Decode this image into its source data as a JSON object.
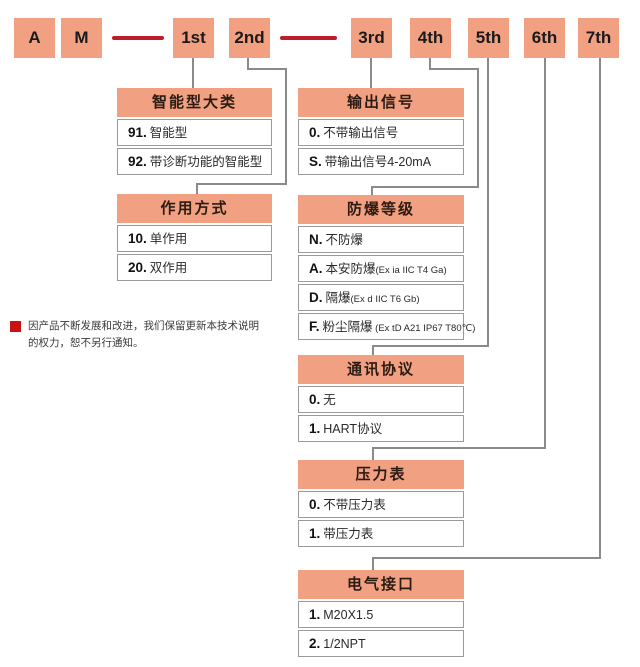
{
  "colors": {
    "box_fill": "#f1a182",
    "red_line": "#bb1e2a",
    "connector_gray": "#8a8a8a",
    "row_border": "#9a9a9a",
    "note_red": "#cc1111"
  },
  "code_boxes": [
    {
      "label": "A"
    },
    {
      "label": "M"
    },
    {
      "label": "1st"
    },
    {
      "label": "2nd"
    },
    {
      "label": "3rd"
    },
    {
      "label": "4th"
    },
    {
      "label": "5th"
    },
    {
      "label": "6th"
    },
    {
      "label": "7th"
    }
  ],
  "tables": [
    {
      "title": "智能型大类",
      "rows": [
        {
          "code": "91",
          "label": "智能型"
        },
        {
          "code": "92",
          "label": "带诊断功能的智能型"
        }
      ]
    },
    {
      "title": "作用方式",
      "rows": [
        {
          "code": "10",
          "label": "单作用"
        },
        {
          "code": "20",
          "label": "双作用"
        }
      ]
    },
    {
      "title": "输出信号",
      "rows": [
        {
          "code": "0",
          "label": "不带输出信号"
        },
        {
          "code": "S",
          "label": "带输出信号4-20mA"
        }
      ]
    },
    {
      "title": "防爆等级",
      "rows": [
        {
          "code": "N",
          "label": "不防爆"
        },
        {
          "code": "A",
          "label": "本安防爆",
          "detail": "(Ex ia IIC T4 Ga)"
        },
        {
          "code": "D",
          "label": "隔爆",
          "detail": "(Ex d IIC T6 Gb)"
        },
        {
          "code": "F",
          "label": "粉尘隔爆",
          "detail": " (Ex tD A21 IP67 T80℃)"
        }
      ]
    },
    {
      "title": "通讯协议",
      "rows": [
        {
          "code": "0",
          "label": "无"
        },
        {
          "code": "1",
          "label": "HART协议"
        }
      ]
    },
    {
      "title": "压力表",
      "rows": [
        {
          "code": "0",
          "label": "不带压力表"
        },
        {
          "code": "1",
          "label": "带压力表"
        }
      ]
    },
    {
      "title": "电气接口",
      "rows": [
        {
          "code": "1",
          "label": "M20X1.5"
        },
        {
          "code": "2",
          "label": "1/2NPT"
        }
      ]
    }
  ],
  "note": {
    "lines": [
      "因产品不断发展和改进，我们保留更新本技术说明",
      "的权力，恕不另行通知。"
    ]
  }
}
